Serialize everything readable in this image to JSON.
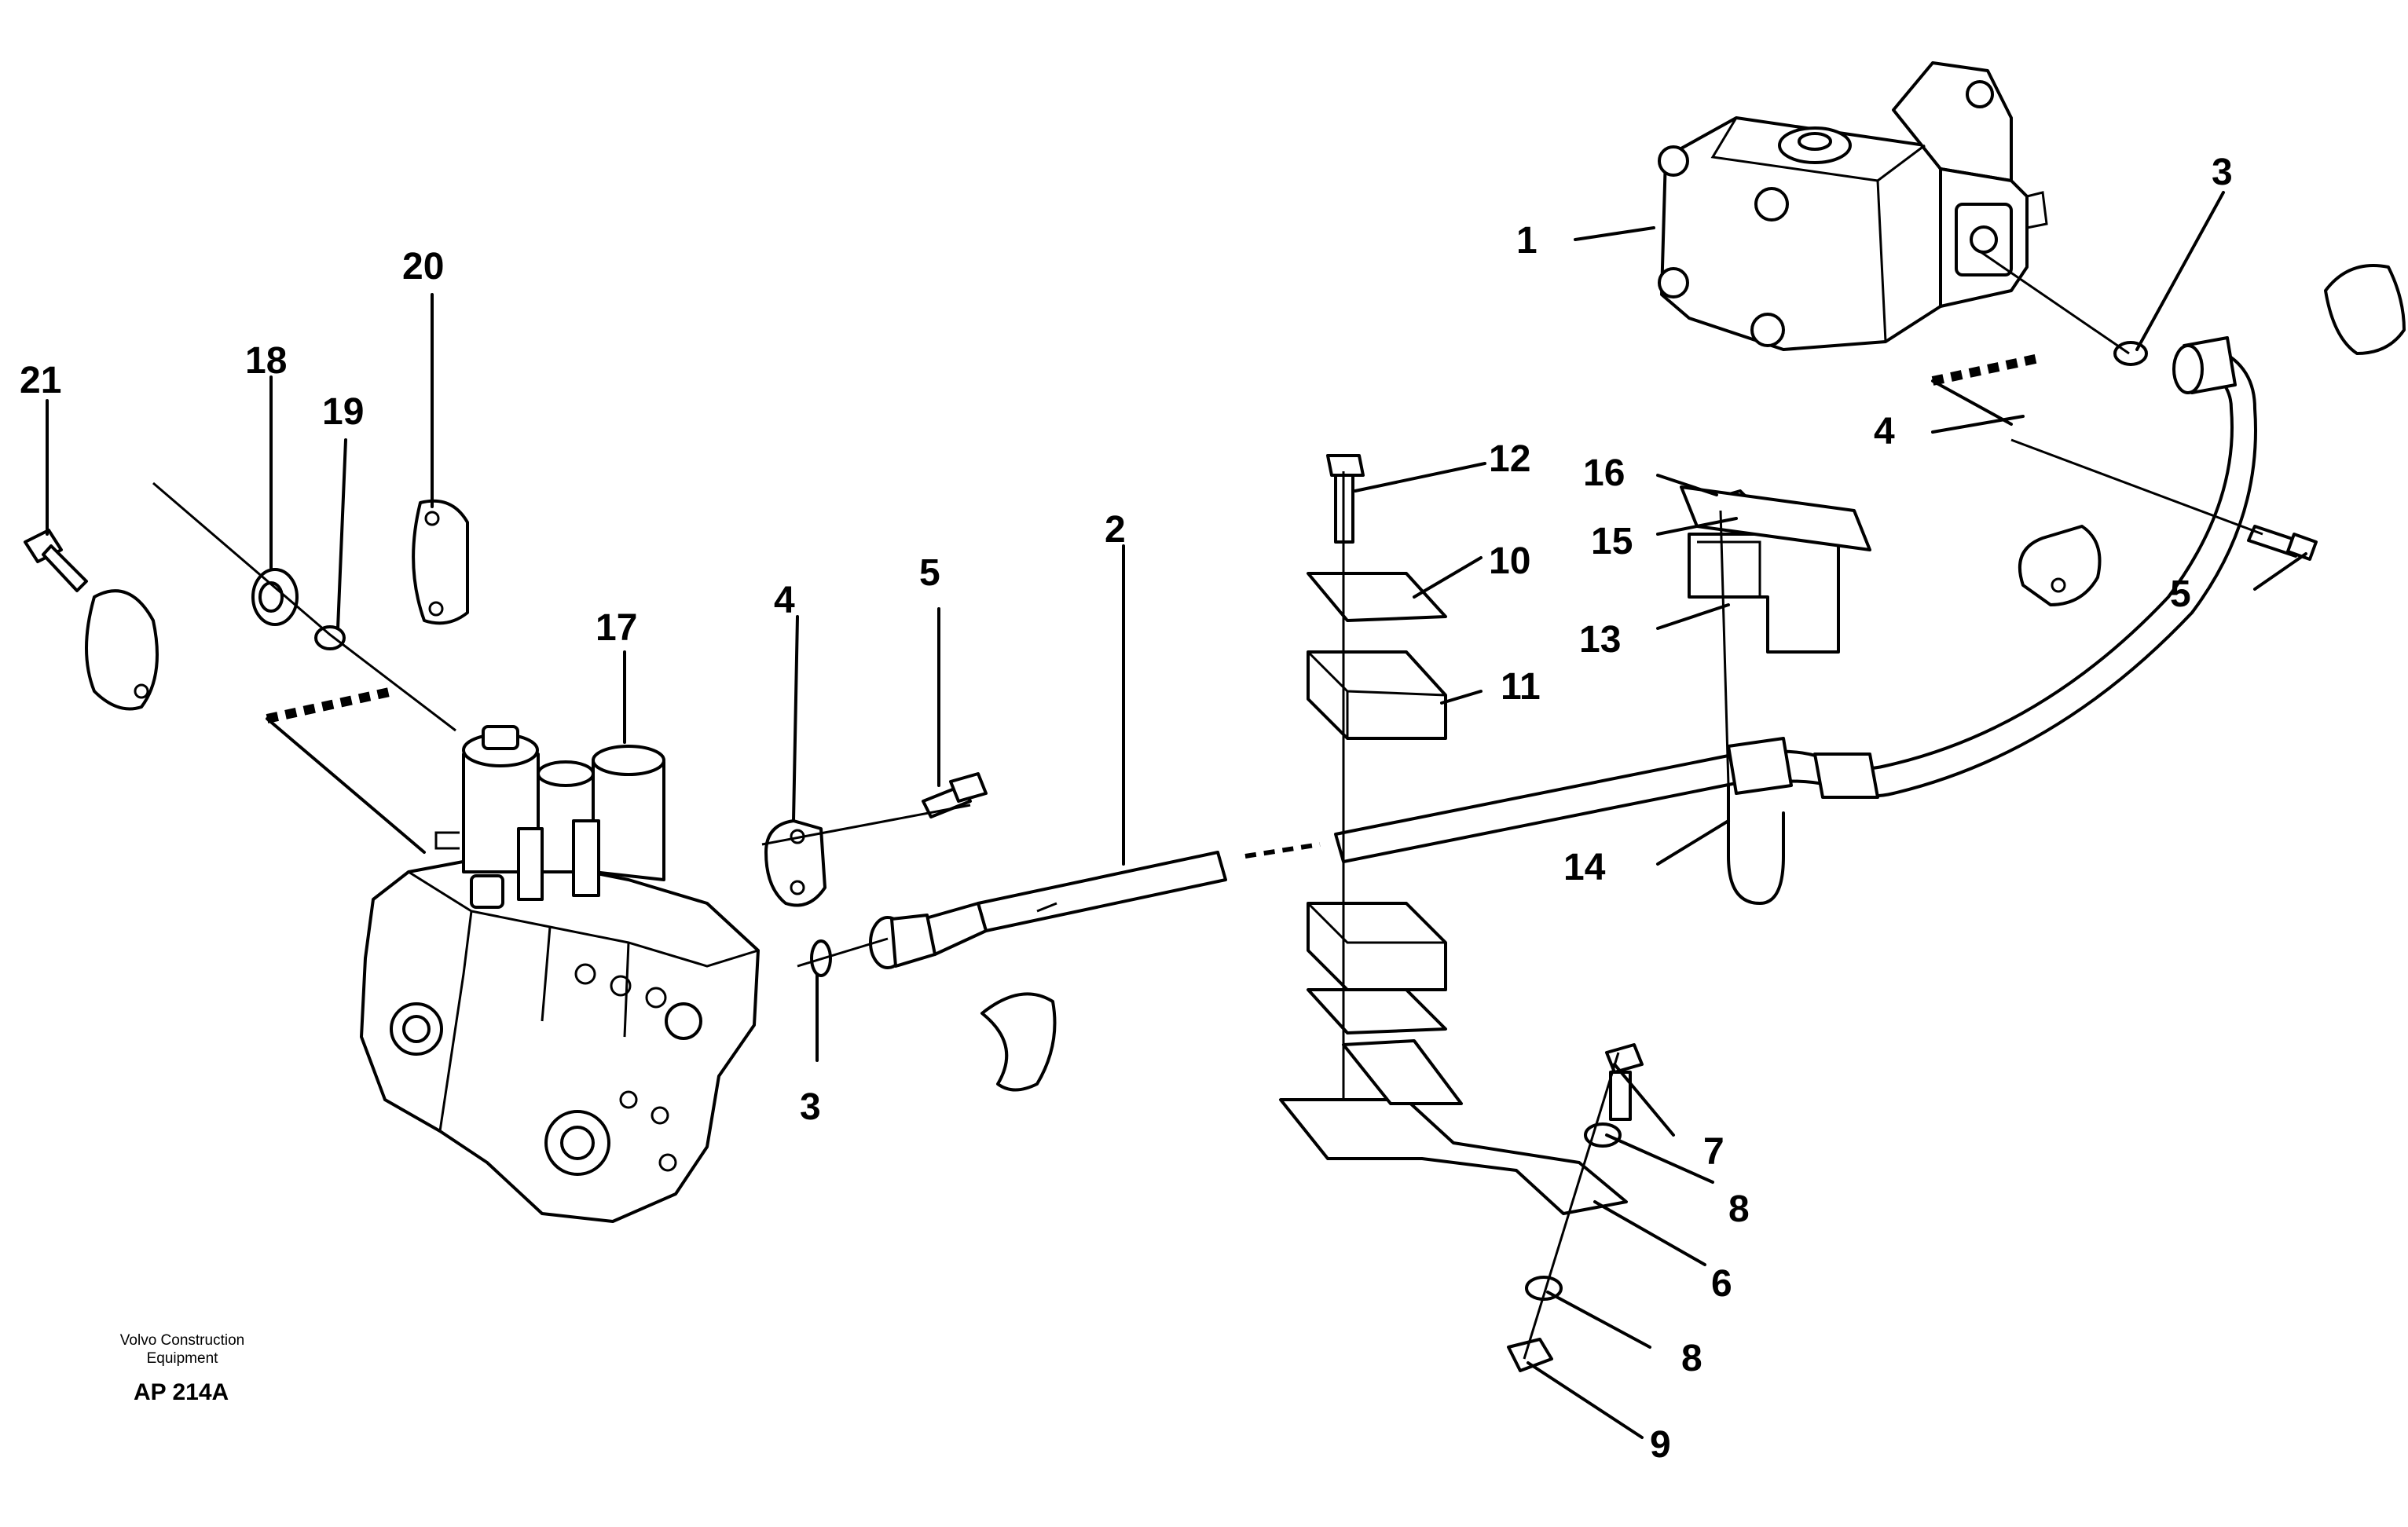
{
  "labels": {
    "l1": "1",
    "l2": "2",
    "l3a": "3",
    "l3b": "3",
    "l4a": "4",
    "l4b": "4",
    "l5a": "5",
    "l5b": "5",
    "l6": "6",
    "l7": "7",
    "l8a": "8",
    "l8b": "8",
    "l9": "9",
    "l10": "10",
    "l11": "11",
    "l12": "12",
    "l13": "13",
    "l14": "14",
    "l15": "15",
    "l16": "16",
    "l17": "17",
    "l18": "18",
    "l19": "19",
    "l20": "20",
    "l21": "21"
  },
  "footer": {
    "company_line1": "Volvo Construction",
    "company_line2": "Equipment",
    "code": "AP 214A"
  }
}
